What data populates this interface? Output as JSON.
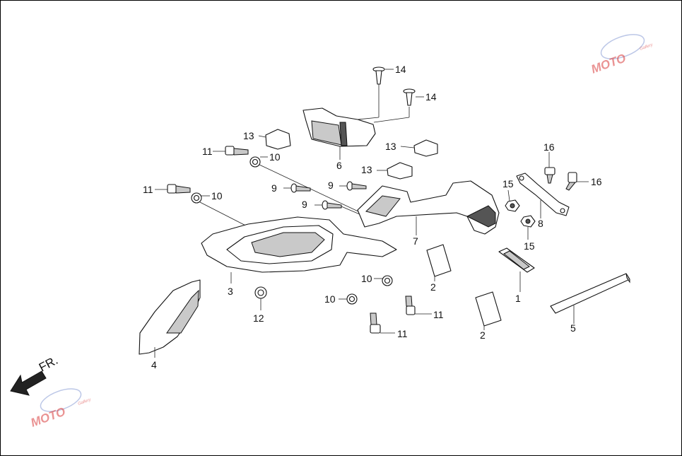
{
  "direction_label": "FR.",
  "watermark_text": "MOTO",
  "watermark_sub": "Gallery",
  "callouts": [
    "1",
    "2",
    "2",
    "3",
    "4",
    "5",
    "6",
    "7",
    "8",
    "9",
    "9",
    "9",
    "10",
    "10",
    "10",
    "10",
    "11",
    "11",
    "11",
    "11",
    "12",
    "13",
    "13",
    "13",
    "14",
    "14",
    "15",
    "15",
    "16",
    "16"
  ],
  "colors": {
    "ink": "#111111",
    "watermark": "#d93b3b",
    "part_shade": "#c9c9c9"
  }
}
